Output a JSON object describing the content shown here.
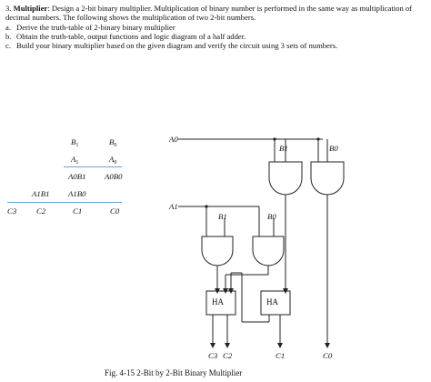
{
  "problem": {
    "number": "3.",
    "title": "Multiplier",
    "intro": ": Design a 2-bit binary multiplier. Multiplication of binary number is performed in the same way as multiplication of decimal numbers. The following shows the multiplication of two 2-bit numbers.",
    "items": [
      {
        "marker": "a.",
        "text": "Derive the truth-table of 2-binary binary multiplier"
      },
      {
        "marker": "b.",
        "text": "Obtain the truth-table, output functions and logic diagram of a half adder."
      },
      {
        "marker": "c.",
        "text": "Build your binary multiplier based on the given diagram and verify the circuit using 3 sets of numbers."
      }
    ]
  },
  "multiplication": {
    "row1": [
      "B",
      "B"
    ],
    "row1_sub": [
      "1",
      "0"
    ],
    "row2": [
      "A",
      "A"
    ],
    "row2_sub": [
      "1",
      "0"
    ],
    "row3": [
      "A0B1",
      "A0B0"
    ],
    "row4": [
      "A1B1",
      "A1B0"
    ],
    "result": [
      "C3",
      "C2",
      "C1",
      "C0"
    ]
  },
  "diagram": {
    "inputs": [
      "A0",
      "B1",
      "B0",
      "A1",
      "B1",
      "B0"
    ],
    "half_adders": [
      "HA",
      "HA"
    ],
    "outputs": [
      "C3",
      "C2",
      "C1",
      "C0"
    ]
  },
  "caption": "Fig. 4-15  2-Bit by 2-Bit Binary Multiplier"
}
